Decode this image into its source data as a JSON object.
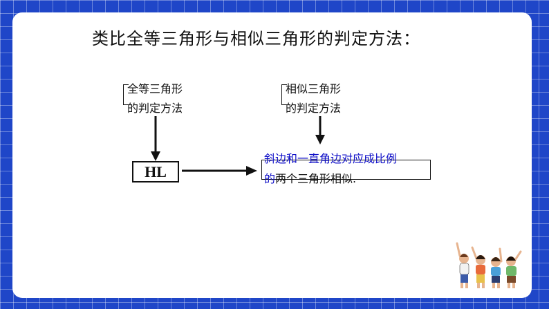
{
  "title": "类比全等三角形与相似三角形的判定方法：",
  "left_label": {
    "line1": "全等三角形",
    "line2": "的判定方法"
  },
  "right_label": {
    "line1": "相似三角形",
    "line2": "的判定方法"
  },
  "hl_box": "HL",
  "result": {
    "line1": "斜边和一直角边对应成比例",
    "line2_highlight": "的",
    "line2_rest": "两个三角形相似."
  },
  "colors": {
    "background": "#1f46c8",
    "highlight_text": "#1010c8"
  },
  "decorations": {
    "illustration": "group-of-cheering-people"
  }
}
